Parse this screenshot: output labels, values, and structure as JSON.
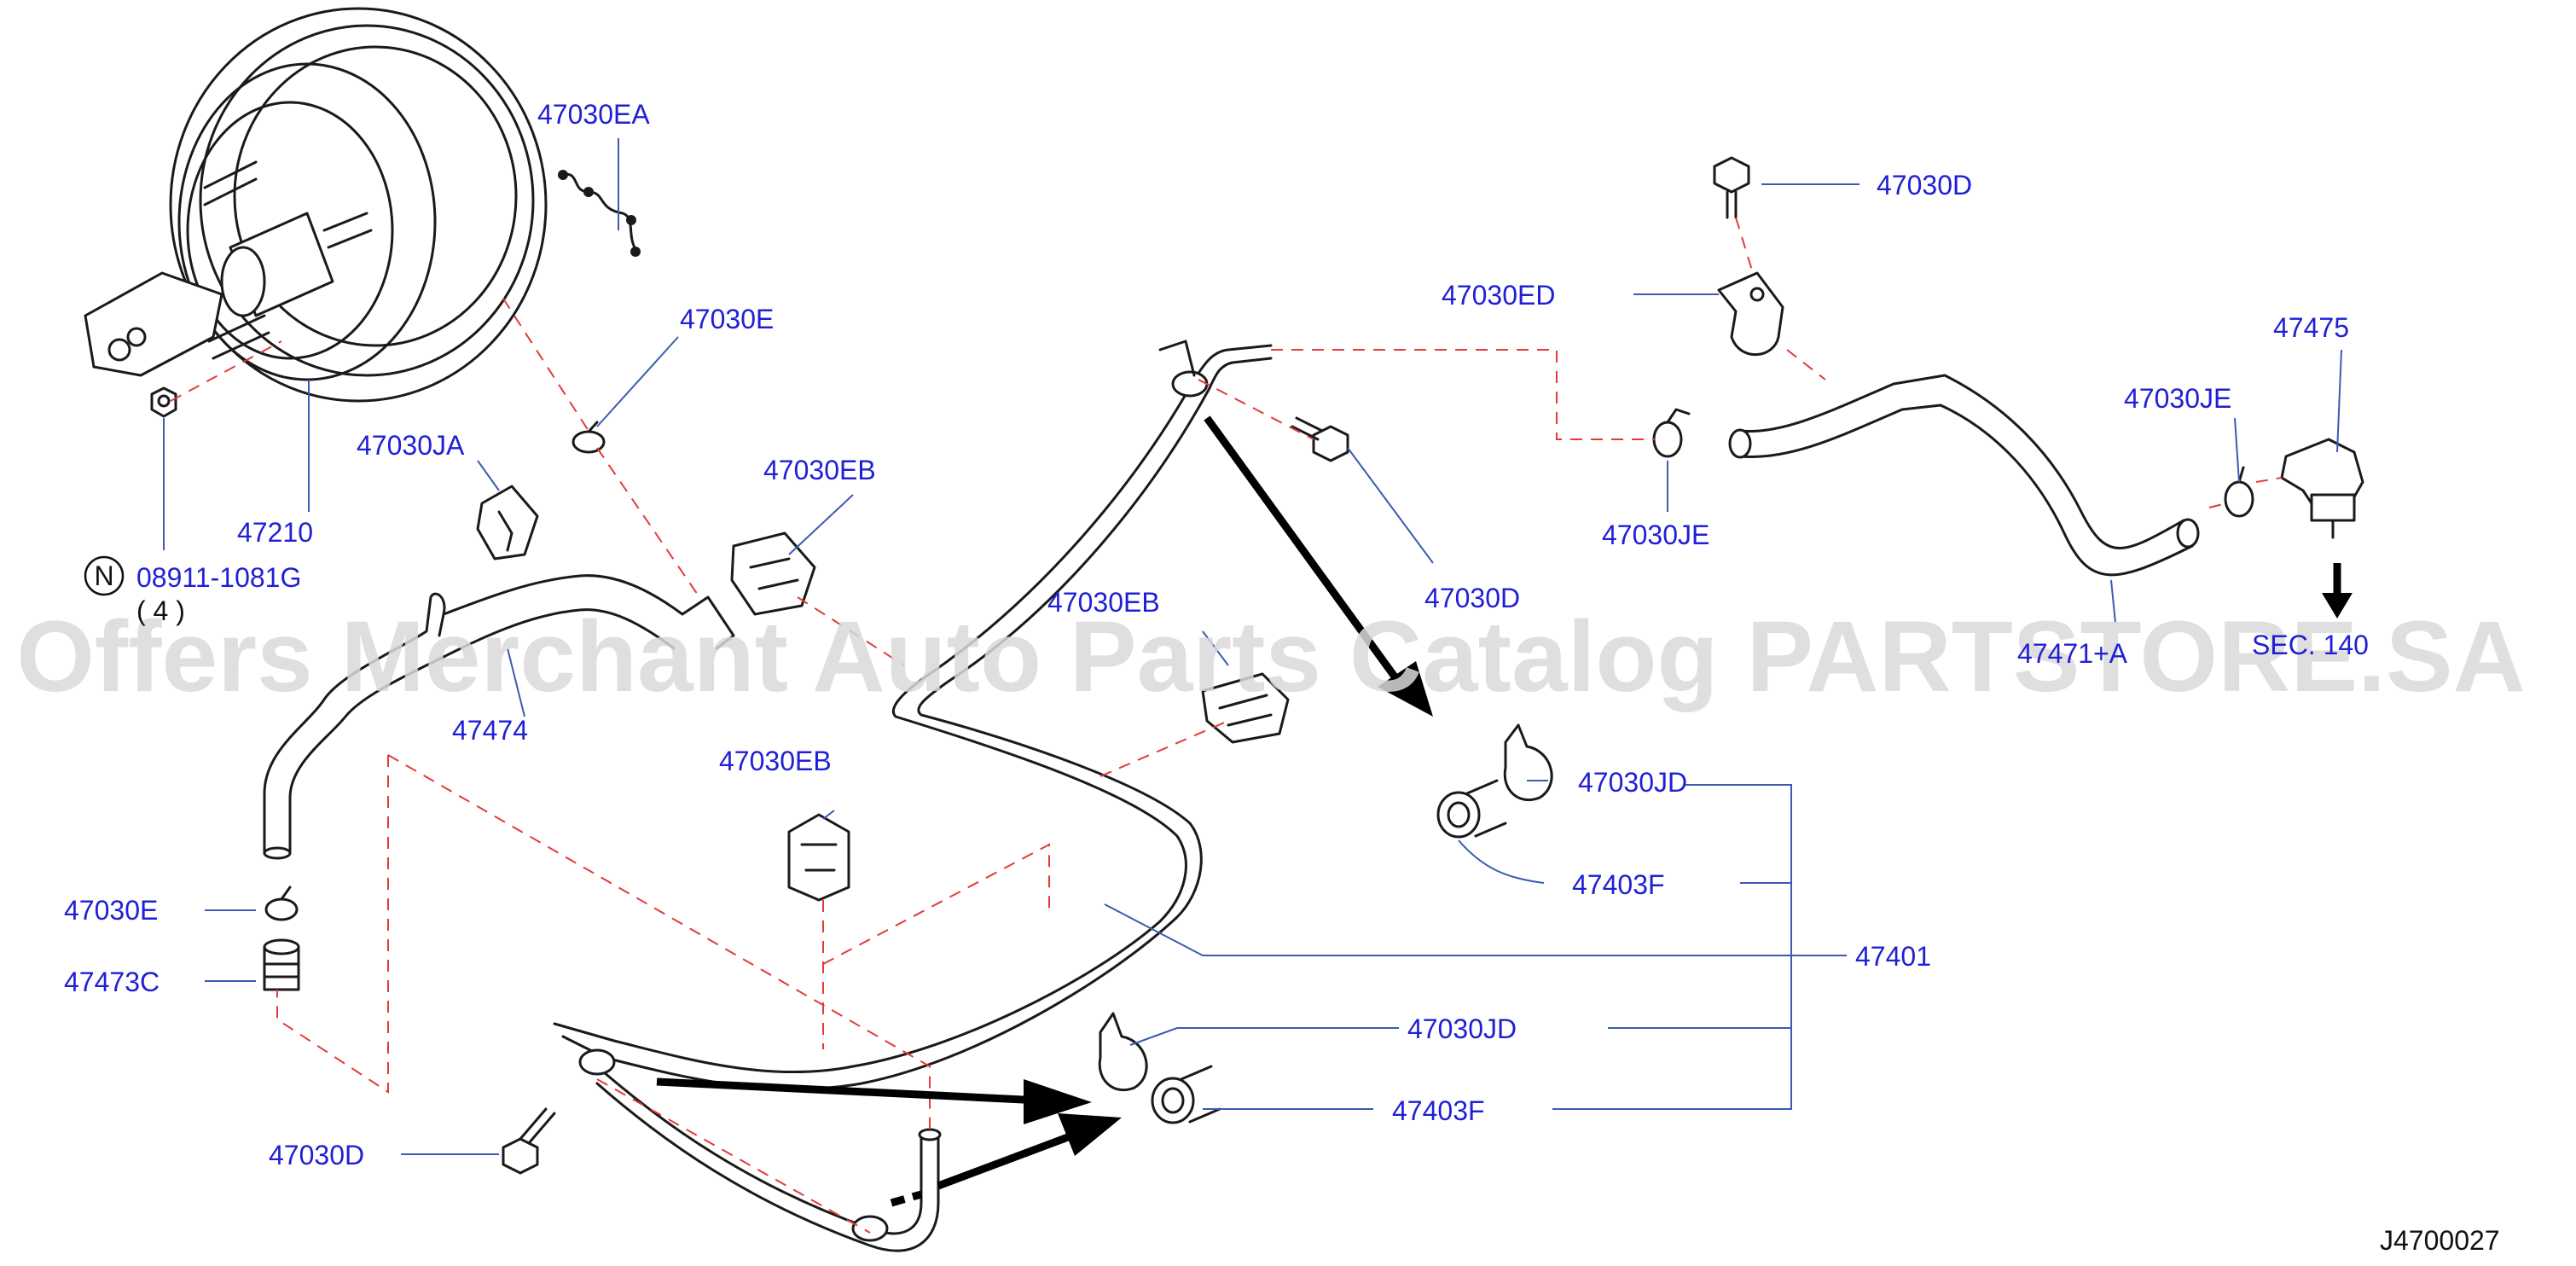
{
  "labels": {
    "p47030EA": "47030EA",
    "p47030E_top": "47030E",
    "p47030JA": "47030JA",
    "p47210": "47210",
    "n_symbol": "N",
    "p08911": "08911-1081G",
    "qty": "( 4 )",
    "p47030EB_1": "47030EB",
    "p47474": "47474",
    "p47030EB_2": "47030EB",
    "p47030EB_3": "47030EB",
    "p47030E_left": "47030E",
    "p47473C": "47473C",
    "p47030D_bottom": "47030D",
    "p47030D_top": "47030D",
    "p47030ED": "47030ED",
    "p47030D_mid": "47030D",
    "p47030JE_1": "47030JE",
    "p47030JE_2": "47030JE",
    "p47475": "47475",
    "p47471A": "47471+A",
    "sec_ref": "SEC. 140",
    "p47030JD_1": "47030JD",
    "p47403F_1": "47403F",
    "p47401": "47401",
    "p47030JD_2": "47030JD",
    "p47403F_2": "47403F",
    "diagram_id": "J4700027"
  },
  "watermark": "Offers Merchant Auto Parts Catalog PARTSTORE.SA",
  "colors": {
    "label": "#1f1fd6",
    "dashed_reference": "#e33a3a",
    "leader": "#3b5bb0",
    "outline": "#1a1a1a",
    "watermark": "#d9d9d9"
  }
}
